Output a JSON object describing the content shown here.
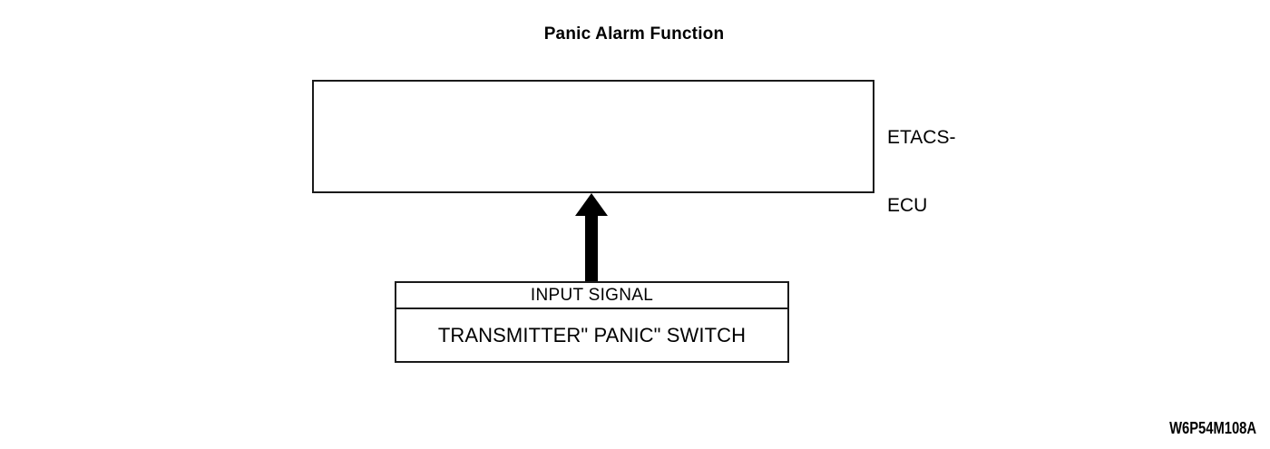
{
  "diagram": {
    "title": "Panic Alarm Function",
    "figure_code": "W6P54M108A",
    "colors": {
      "stroke": "#1a1a1a",
      "fill": "#ffffff",
      "arrow": "#000000"
    },
    "ecu": {
      "label_line1": "ETACS-",
      "label_line2": "ECU",
      "box_content": ""
    },
    "arrow": {
      "name": "input-signal-arrow",
      "direction": "up",
      "from": "TRANSMITTER\" PANIC\" SWITCH",
      "to": "ETACS-ECU"
    },
    "input_block": {
      "header": "INPUT SIGNAL",
      "body": "TRANSMITTER\" PANIC\" SWITCH"
    }
  }
}
